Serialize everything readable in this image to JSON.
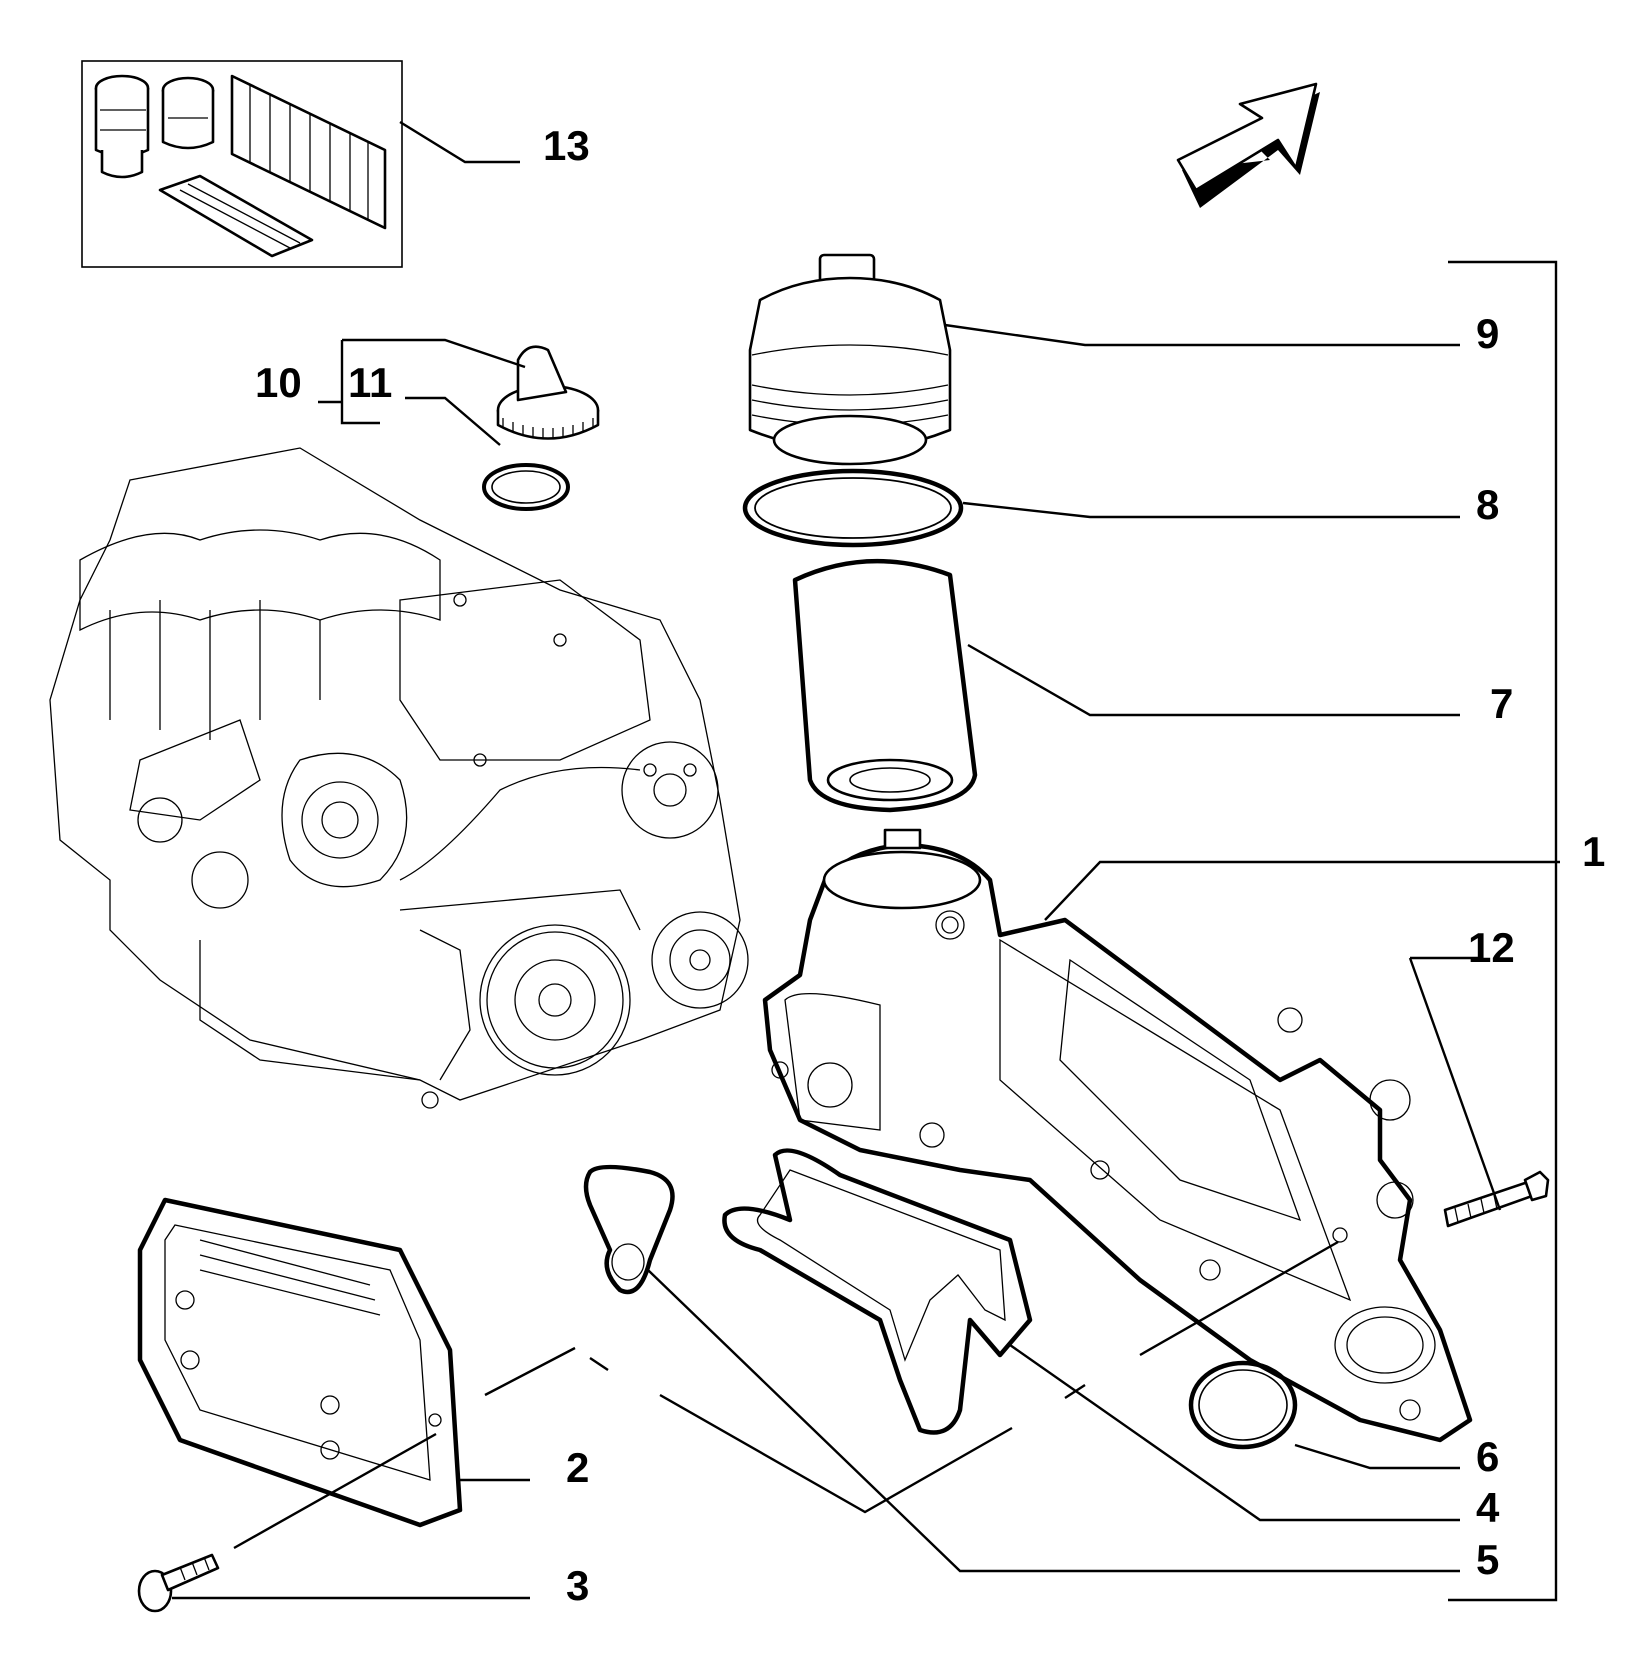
{
  "callouts": {
    "c1": "1",
    "c2": "2",
    "c3": "3",
    "c4": "4",
    "c5": "5",
    "c6": "6",
    "c7": "7",
    "c8": "8",
    "c9": "9",
    "c10": "10",
    "c11": "11",
    "c12": "12",
    "c13": "13"
  },
  "icons": {
    "direction_arrow": "arrow-up-right-icon"
  }
}
